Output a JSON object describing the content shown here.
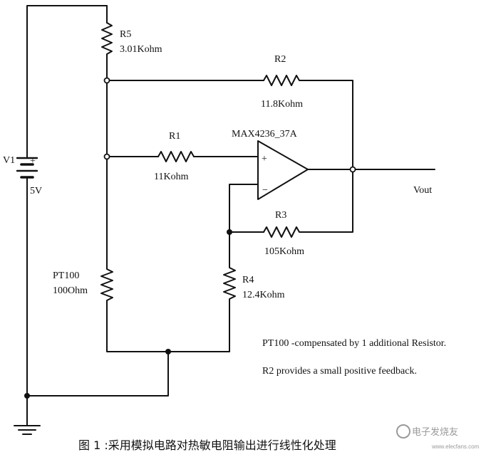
{
  "components": {
    "r5": {
      "name": "R5",
      "value": "3.01Kohm"
    },
    "r2": {
      "name": "R2",
      "value": "11.8Kohm"
    },
    "r1": {
      "name": "R1",
      "value": "11Kohm"
    },
    "r3": {
      "name": "R3",
      "value": "105Kohm"
    },
    "r4": {
      "name": "R4",
      "value": "12.4Kohm"
    },
    "pt100": {
      "name": "PT100",
      "value": "100Ohm"
    },
    "v1": {
      "name": "V1",
      "value": "5V",
      "plus": "+"
    },
    "opamp": {
      "name": "MAX4236_37A",
      "plus": "+",
      "minus": "−"
    },
    "vout": "Vout"
  },
  "notes": [
    "PT100 -compensated by 1 additional Resistor.",
    "R2 provides a small positive feedback."
  ],
  "caption": "图 1 :采用模拟电路对热敏电阻输出进行线性化处理",
  "watermark": {
    "main": "电子发烧友",
    "sub": "www.elecfans.com"
  }
}
